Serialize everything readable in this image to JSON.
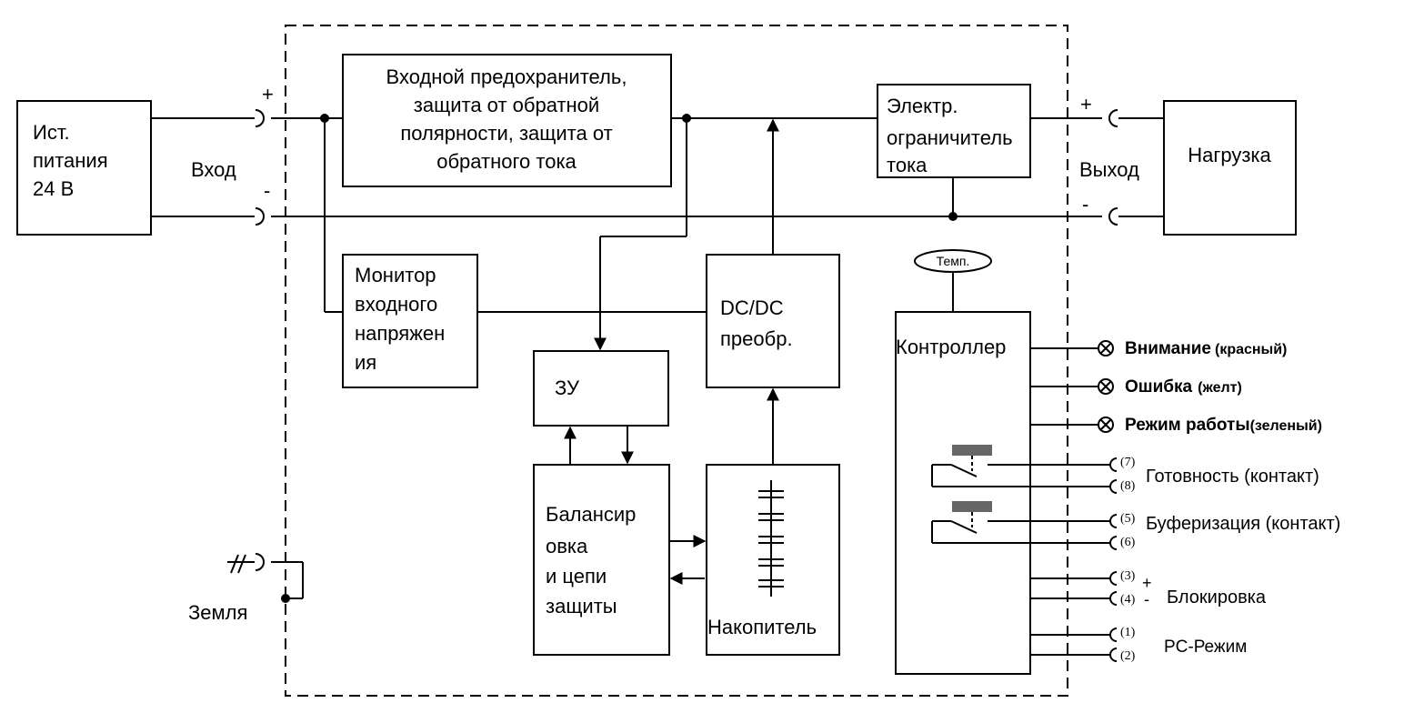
{
  "blocks": {
    "source": [
      "Ист.",
      "питания",
      "24 В"
    ],
    "input_protection": [
      "Входной предохранитель,",
      "защита от обратной",
      "полярности, защита от",
      "обратного тока"
    ],
    "current_limiter": [
      "Электр.",
      "ограничитель",
      "тока"
    ],
    "load": "Нагрузка",
    "input_monitor": [
      "Монитор",
      "входного",
      "напряжен",
      "ия"
    ],
    "dcdc": [
      "DC/DC",
      "преобр."
    ],
    "charger": "ЗУ",
    "balancing": [
      "Балансир",
      "овка",
      "и цепи",
      "защиты"
    ],
    "storage": "Накопитель",
    "controller": "Контроллер",
    "temp_sensor": "Темп."
  },
  "ports": {
    "input_label": "Вход",
    "output_label": "Выход",
    "plus": "+",
    "minus": "-",
    "ground_label": "Земля"
  },
  "indicators": [
    {
      "name": "Внимание",
      "color_note": "(красный)"
    },
    {
      "name": "Ошибка",
      "color_note": "(желт)"
    },
    {
      "name": "Режим работы",
      "color_note": "(зеленый)"
    }
  ],
  "contacts": [
    {
      "pins": [
        "(7)",
        "(8)"
      ],
      "label": "Готовность (контакт)"
    },
    {
      "pins": [
        "(5)",
        "(6)"
      ],
      "label": "Буферизация (контакт)"
    },
    {
      "pins": [
        "(3)",
        "(4)"
      ],
      "polarity": [
        "+",
        "-"
      ],
      "label": "Блокировка"
    },
    {
      "pins": [
        "(1)",
        "(2)"
      ],
      "label": "PC-Режим"
    }
  ]
}
